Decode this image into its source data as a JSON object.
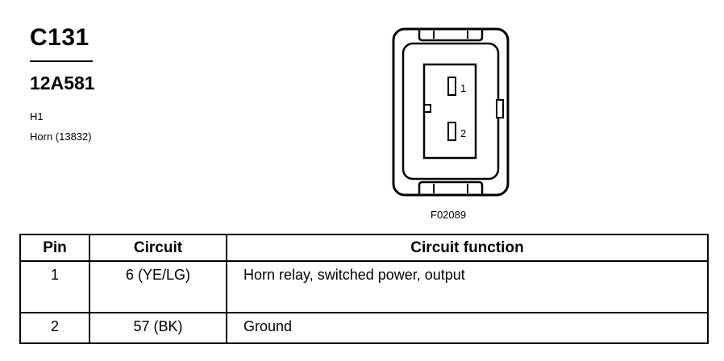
{
  "header": {
    "connector_id": "C131",
    "part_number": "12A581",
    "component_code": "H1",
    "component_name": "Horn (13832)"
  },
  "diagram": {
    "pin_labels": [
      "1",
      "2"
    ],
    "figure_id": "F02089"
  },
  "table": {
    "columns": [
      "Pin",
      "Circuit",
      "Circuit function"
    ],
    "rows": [
      {
        "pin": "1",
        "circuit": "6 (YE/LG)",
        "function": "Horn relay, switched power, output"
      },
      {
        "pin": "2",
        "circuit": "57 (BK)",
        "function": "Ground"
      }
    ]
  }
}
